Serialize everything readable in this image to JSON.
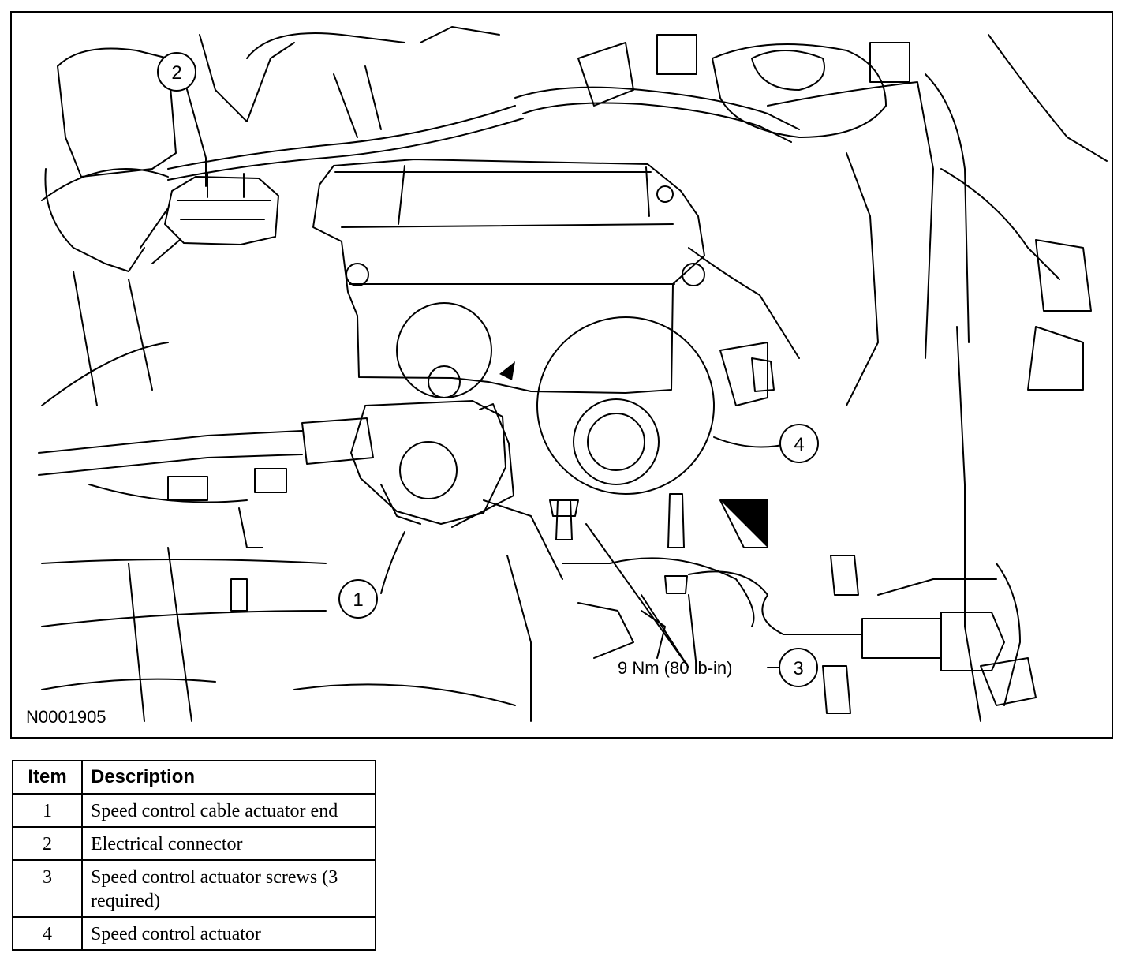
{
  "figure": {
    "id_code": "N0001905",
    "torque_callout": "9 Nm (80 lb-in)",
    "callouts": [
      "1",
      "2",
      "3",
      "4"
    ]
  },
  "legend": {
    "headers": {
      "item": "Item",
      "description": "Description"
    },
    "rows": [
      {
        "item": "1",
        "description": "Speed control cable actuator end"
      },
      {
        "item": "2",
        "description": "Electrical connector"
      },
      {
        "item": "3",
        "description": "Speed control actuator screws (3 required)"
      },
      {
        "item": "4",
        "description": "Speed control actuator"
      }
    ]
  }
}
